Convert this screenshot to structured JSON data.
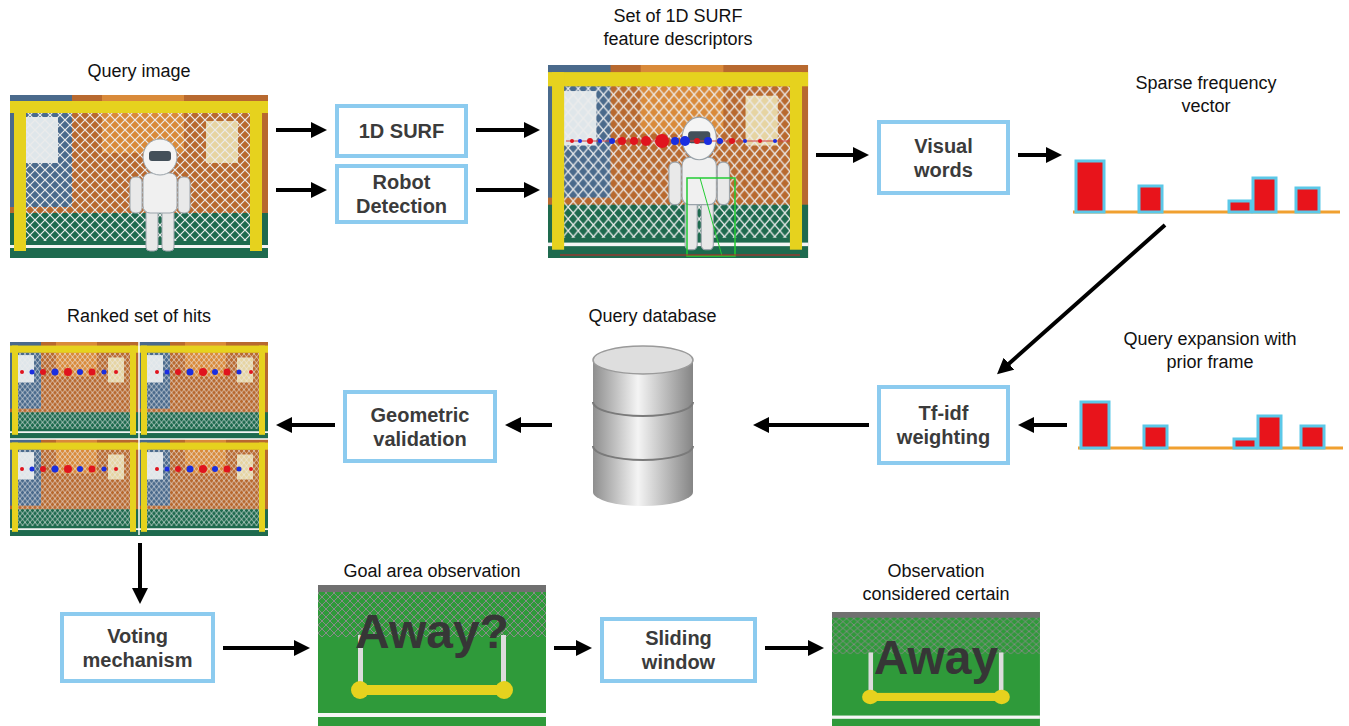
{
  "diagram": {
    "nodes": [
      {
        "text": [
          "Query image"
        ]
      },
      {
        "text": [
          "1D SURF"
        ]
      },
      {
        "text": [
          "Robot Detection"
        ]
      },
      {
        "text": [
          "Set of 1D SURF feature descriptors"
        ]
      },
      {
        "text": [
          "Visual words"
        ]
      },
      {
        "text": [
          "Sparse frequency vector"
        ]
      },
      {
        "text": [
          "Ranked set of hits"
        ]
      },
      {
        "text": [
          "Geometric validation"
        ]
      },
      {
        "text": [
          "Query database"
        ]
      },
      {
        "text": [
          "Tf-idf weighting"
        ]
      },
      {
        "text": [
          "Query expansion with prior frame"
        ]
      },
      {
        "text": [
          "Voting mechanism"
        ]
      },
      {
        "text": [
          "Goal area observation",
          "Away?"
        ]
      },
      {
        "text": [
          "Sliding window"
        ]
      },
      {
        "text": [
          "Observation considered certain",
          "Away"
        ]
      }
    ],
    "edges": [
      {
        "from": 0,
        "to": 1,
        "arrow": "to"
      },
      {
        "from": 0,
        "to": 2,
        "arrow": "to"
      },
      {
        "from": 1,
        "to": 3,
        "arrow": "to"
      },
      {
        "from": 2,
        "to": 3,
        "arrow": "to"
      },
      {
        "from": 3,
        "to": 4,
        "arrow": "to"
      },
      {
        "from": 4,
        "to": 5,
        "arrow": "to"
      },
      {
        "from": 5,
        "to": 9,
        "arrow": "to"
      },
      {
        "from": 10,
        "to": 9,
        "arrow": "to"
      },
      {
        "from": 9,
        "to": 8,
        "arrow": "to"
      },
      {
        "from": 8,
        "to": 7,
        "arrow": "to"
      },
      {
        "from": 7,
        "to": 6,
        "arrow": "to"
      },
      {
        "from": 6,
        "to": 11,
        "arrow": "to"
      },
      {
        "from": 11,
        "to": 12,
        "arrow": "to"
      },
      {
        "from": 12,
        "to": 13,
        "arrow": "to"
      },
      {
        "from": 13,
        "to": 14,
        "arrow": "to"
      }
    ]
  }
}
